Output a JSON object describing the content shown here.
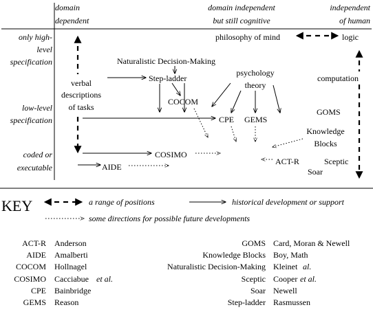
{
  "columns": {
    "domain_dependent": [
      "domain",
      "dependent"
    ],
    "domain_independent": [
      "domain independent",
      "but still cognitive"
    ],
    "independent_of_human": [
      "independent",
      "of human"
    ]
  },
  "rows": {
    "high_level": [
      "only high-",
      "level",
      "specification"
    ],
    "low_level": [
      "low-level",
      "specification"
    ],
    "coded": [
      "coded or",
      "executable"
    ]
  },
  "nodes": {
    "philosophy_of_mind": "philosophy of mind",
    "logic": "logic",
    "naturalistic_dm": "Naturalistic Decision-Making",
    "verbal_descriptions": [
      "verbal",
      "descriptions",
      "of tasks"
    ],
    "step_ladder": "Step-ladder",
    "psychology_theory": [
      "psychology",
      "theory"
    ],
    "computation": "computation",
    "cocom": "COCOM",
    "cpe": "CPE",
    "gems": "GEMS",
    "goms": "GOMS",
    "knowledge_blocks": [
      "Knowledge",
      "Blocks"
    ],
    "cosimo": "COSIMO",
    "actr": "ACT-R",
    "sceptic": "Sceptic",
    "aide": "AIDE",
    "soar": "Soar"
  },
  "key": {
    "title": "KEY",
    "range": "a range of positions",
    "historical": "historical development or support",
    "future": "some directions for possible future developments"
  },
  "legend_left": [
    {
      "abbr": "ACT-R",
      "name": "Anderson",
      "etal": ""
    },
    {
      "abbr": "AIDE",
      "name": "Amalberti",
      "etal": ""
    },
    {
      "abbr": "COCOM",
      "name": "Hollnagel",
      "etal": ""
    },
    {
      "abbr": "COSIMO",
      "name": "Cacciabue",
      "etal": "et al."
    },
    {
      "abbr": "CPE",
      "name": "Bainbridge",
      "etal": ""
    },
    {
      "abbr": "GEMS",
      "name": "Reason",
      "etal": ""
    }
  ],
  "legend_right": [
    {
      "abbr": "GOMS",
      "name": "Card, Moran & Newell",
      "etal": ""
    },
    {
      "abbr": "Knowledge Blocks",
      "name": "Boy, Math",
      "etal": ""
    },
    {
      "abbr": "Naturalistic Decision-Making",
      "name": "Kleinet",
      "etal": "al."
    },
    {
      "abbr": "Sceptic",
      "name": "Cooper",
      "etal": "et al."
    },
    {
      "abbr": "Soar",
      "name": "Newell",
      "etal": ""
    },
    {
      "abbr": "Step-ladder",
      "name": "Rasmussen",
      "etal": ""
    }
  ]
}
